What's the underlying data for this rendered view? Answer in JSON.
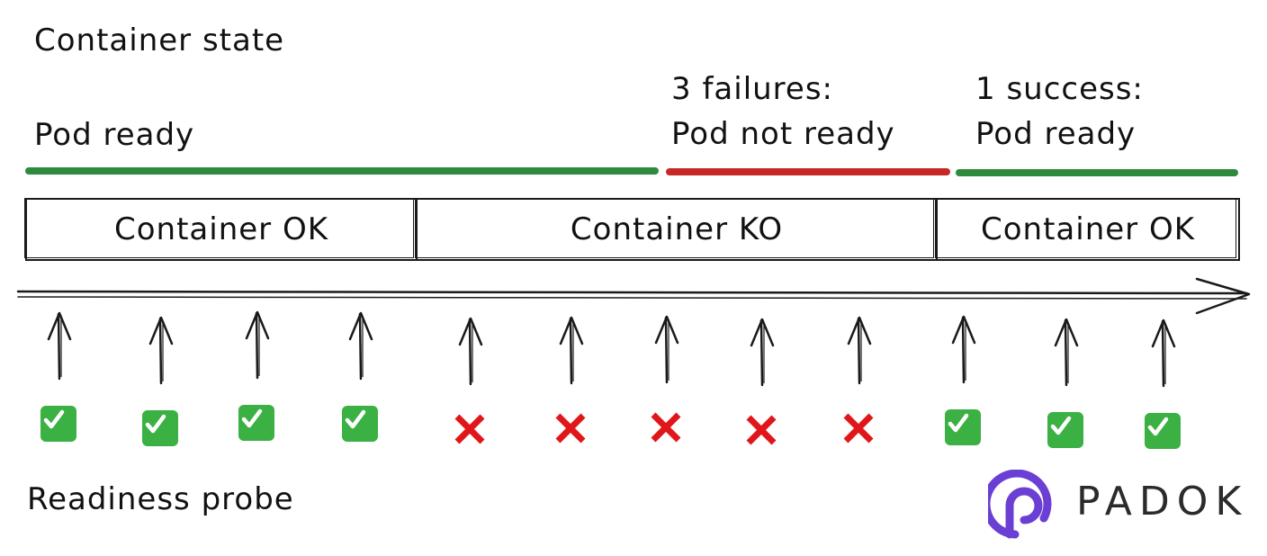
{
  "header": {
    "title": "Container state"
  },
  "states": [
    {
      "lines": [
        "Pod ready"
      ],
      "color": "#2e8b3e"
    },
    {
      "lines": [
        "3 failures:",
        "Pod not ready"
      ],
      "color": "#c62828"
    },
    {
      "lines": [
        "1 success:",
        "Pod ready"
      ],
      "color": "#2e8b3e"
    }
  ],
  "containers": [
    {
      "label": "Container OK"
    },
    {
      "label": "Container KO"
    },
    {
      "label": "Container OK"
    }
  ],
  "probes": {
    "label": "Readiness probe",
    "results": [
      "success",
      "success",
      "success",
      "success",
      "failure",
      "failure",
      "failure",
      "failure",
      "failure",
      "success",
      "success",
      "success"
    ],
    "success_icon": "check-icon",
    "failure_icon": "cross-icon",
    "success_color": "#3bb043",
    "failure_color": "#e0161b"
  },
  "logo": {
    "text": "PADOK",
    "color": "#6b3fd4"
  }
}
